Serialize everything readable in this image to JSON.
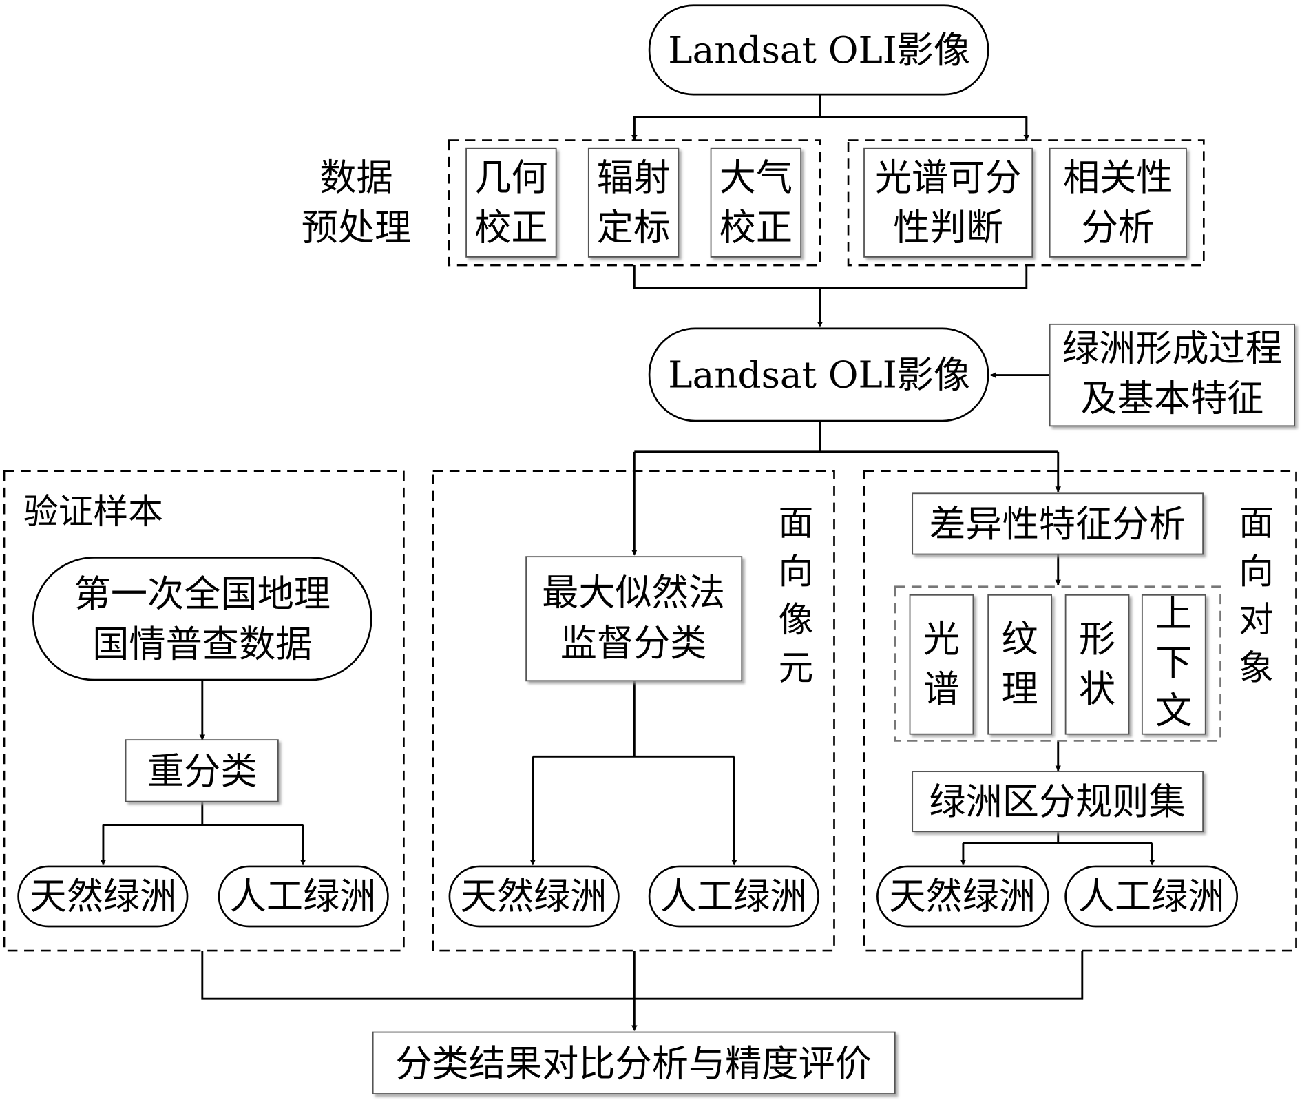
{
  "diagram": {
    "source_image_top": "Landsat OLI影像",
    "preprocess_title": [
      "数据",
      "预处理"
    ],
    "preprocess_steps": [
      [
        "几何",
        "校正"
      ],
      [
        "辐射",
        "定标"
      ],
      [
        "大气",
        "校正"
      ]
    ],
    "feature_steps": [
      [
        "光谱可分",
        "性判断"
      ],
      [
        "相关性",
        "分析"
      ]
    ],
    "source_image_mid": "Landsat OLI影像",
    "oasis_knowledge": [
      "绿洲形成过程",
      "及基本特征"
    ],
    "validation": {
      "title": "验证样本",
      "census_data": [
        "第一次全国地理",
        "国情普查数据"
      ],
      "reclassify": "重分类",
      "natural": "天然绿洲",
      "artificial": "人工绿洲"
    },
    "pixel_based": {
      "side_label": [
        "面",
        "向",
        "像",
        "元"
      ],
      "classifier": [
        "最大似然法",
        "监督分类"
      ],
      "natural": "天然绿洲",
      "artificial": "人工绿洲"
    },
    "object_based": {
      "side_label": [
        "面",
        "向",
        "对",
        "象"
      ],
      "feature_analysis": "差异性特征分析",
      "features": [
        [
          "光",
          "谱"
        ],
        [
          "纹",
          "理"
        ],
        [
          "形",
          "状"
        ],
        [
          "上",
          "下",
          "文"
        ]
      ],
      "ruleset": "绿洲区分规则集",
      "natural": "天然绿洲",
      "artificial": "人工绿洲"
    },
    "final_evaluation": "分类结果对比分析与精度评价"
  }
}
